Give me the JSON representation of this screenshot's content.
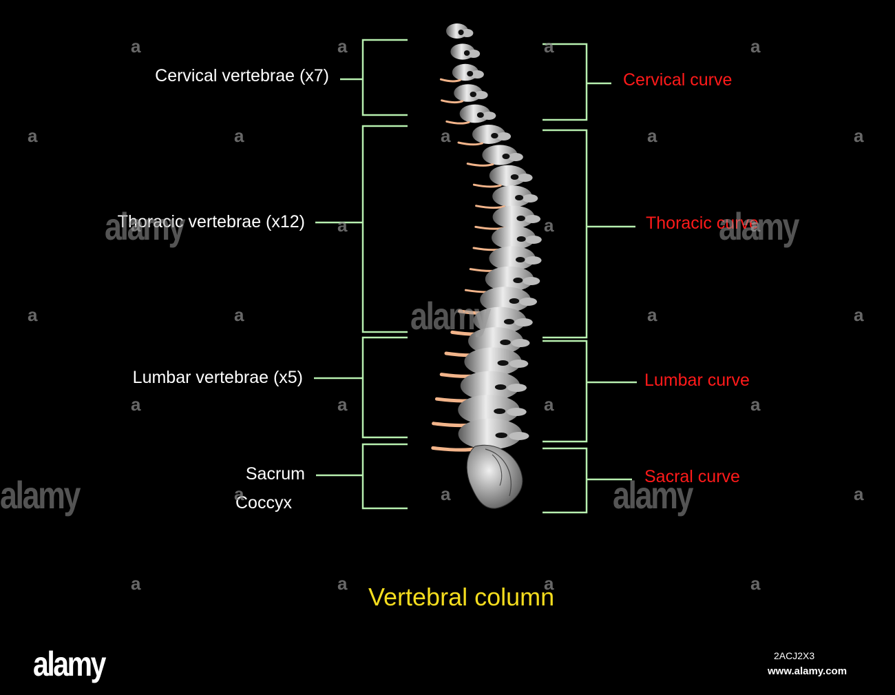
{
  "title": "Vertebral column",
  "regions": [
    {
      "label": "Cervical vertebrae (x7)"
    },
    {
      "label": "Thoracic vertebrae (x12)"
    },
    {
      "label": "Lumbar vertebrae (x5)"
    },
    {
      "label": "Sacrum",
      "sublabel": "Coccyx"
    }
  ],
  "curves": [
    {
      "label": "Cervical curve"
    },
    {
      "label": "Thoracic curve"
    },
    {
      "label": "Lumbar curve"
    },
    {
      "label": "Sacral curve"
    }
  ],
  "watermark": {
    "brand": "alamy",
    "letter": "a",
    "image_id": "2ACJ2X3",
    "url": "www.alamy.com"
  },
  "colors": {
    "background": "#000000",
    "bracket": "#b8f0b0",
    "left_text": "#ffffff",
    "curve_text": "#ff1a1a",
    "title": "#f5dd1e",
    "bone": "#d9d9d9",
    "disc": "#f2b48a"
  }
}
